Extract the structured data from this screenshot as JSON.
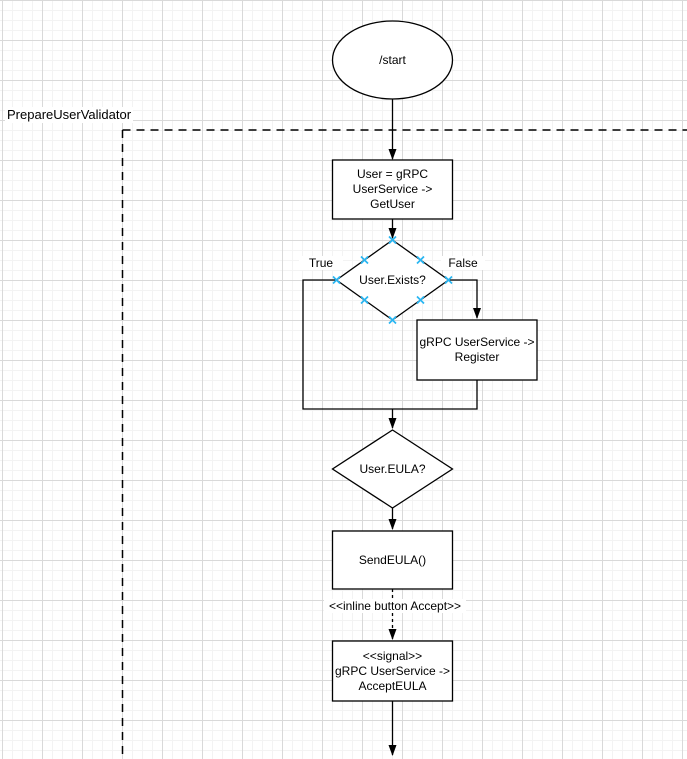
{
  "canvas": {
    "boundary_label": "PrepareUserValidator"
  },
  "nodes": {
    "start": {
      "label": "/start"
    },
    "get_user": {
      "lines": [
        "User = gRPC",
        "UserService ->",
        "GetUser"
      ]
    },
    "user_exists": {
      "label": "User.Exists?"
    },
    "register": {
      "lines": [
        "gRPC UserService ->",
        "Register"
      ]
    },
    "user_eula": {
      "label": "User.EULA?"
    },
    "send_eula": {
      "label": "SendEULA()"
    },
    "accept_eula": {
      "lines": [
        "<<signal>>",
        "gRPC UserService ->",
        "AcceptEULA"
      ]
    }
  },
  "edges": {
    "true_label": "True",
    "false_label": "False",
    "inline_button_label": "<<inline button Accept>>"
  },
  "colors": {
    "stroke": "#000000",
    "node_fill": "#ffffff",
    "connection_point": "#29b6f2",
    "grid_minor": "#f3f3f3",
    "grid_major": "#d9d9d9"
  }
}
